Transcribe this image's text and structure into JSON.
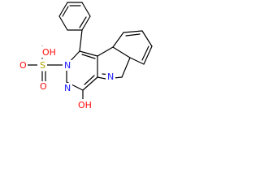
{
  "molecule": {
    "atoms": {
      "oh_top": "OH",
      "s": "S",
      "o_left": "O",
      "o_bottom": "O",
      "n_ring_1": "N",
      "n_ring_2": "N",
      "n_ring_3": "N",
      "oh_bottom": "OH"
    }
  }
}
